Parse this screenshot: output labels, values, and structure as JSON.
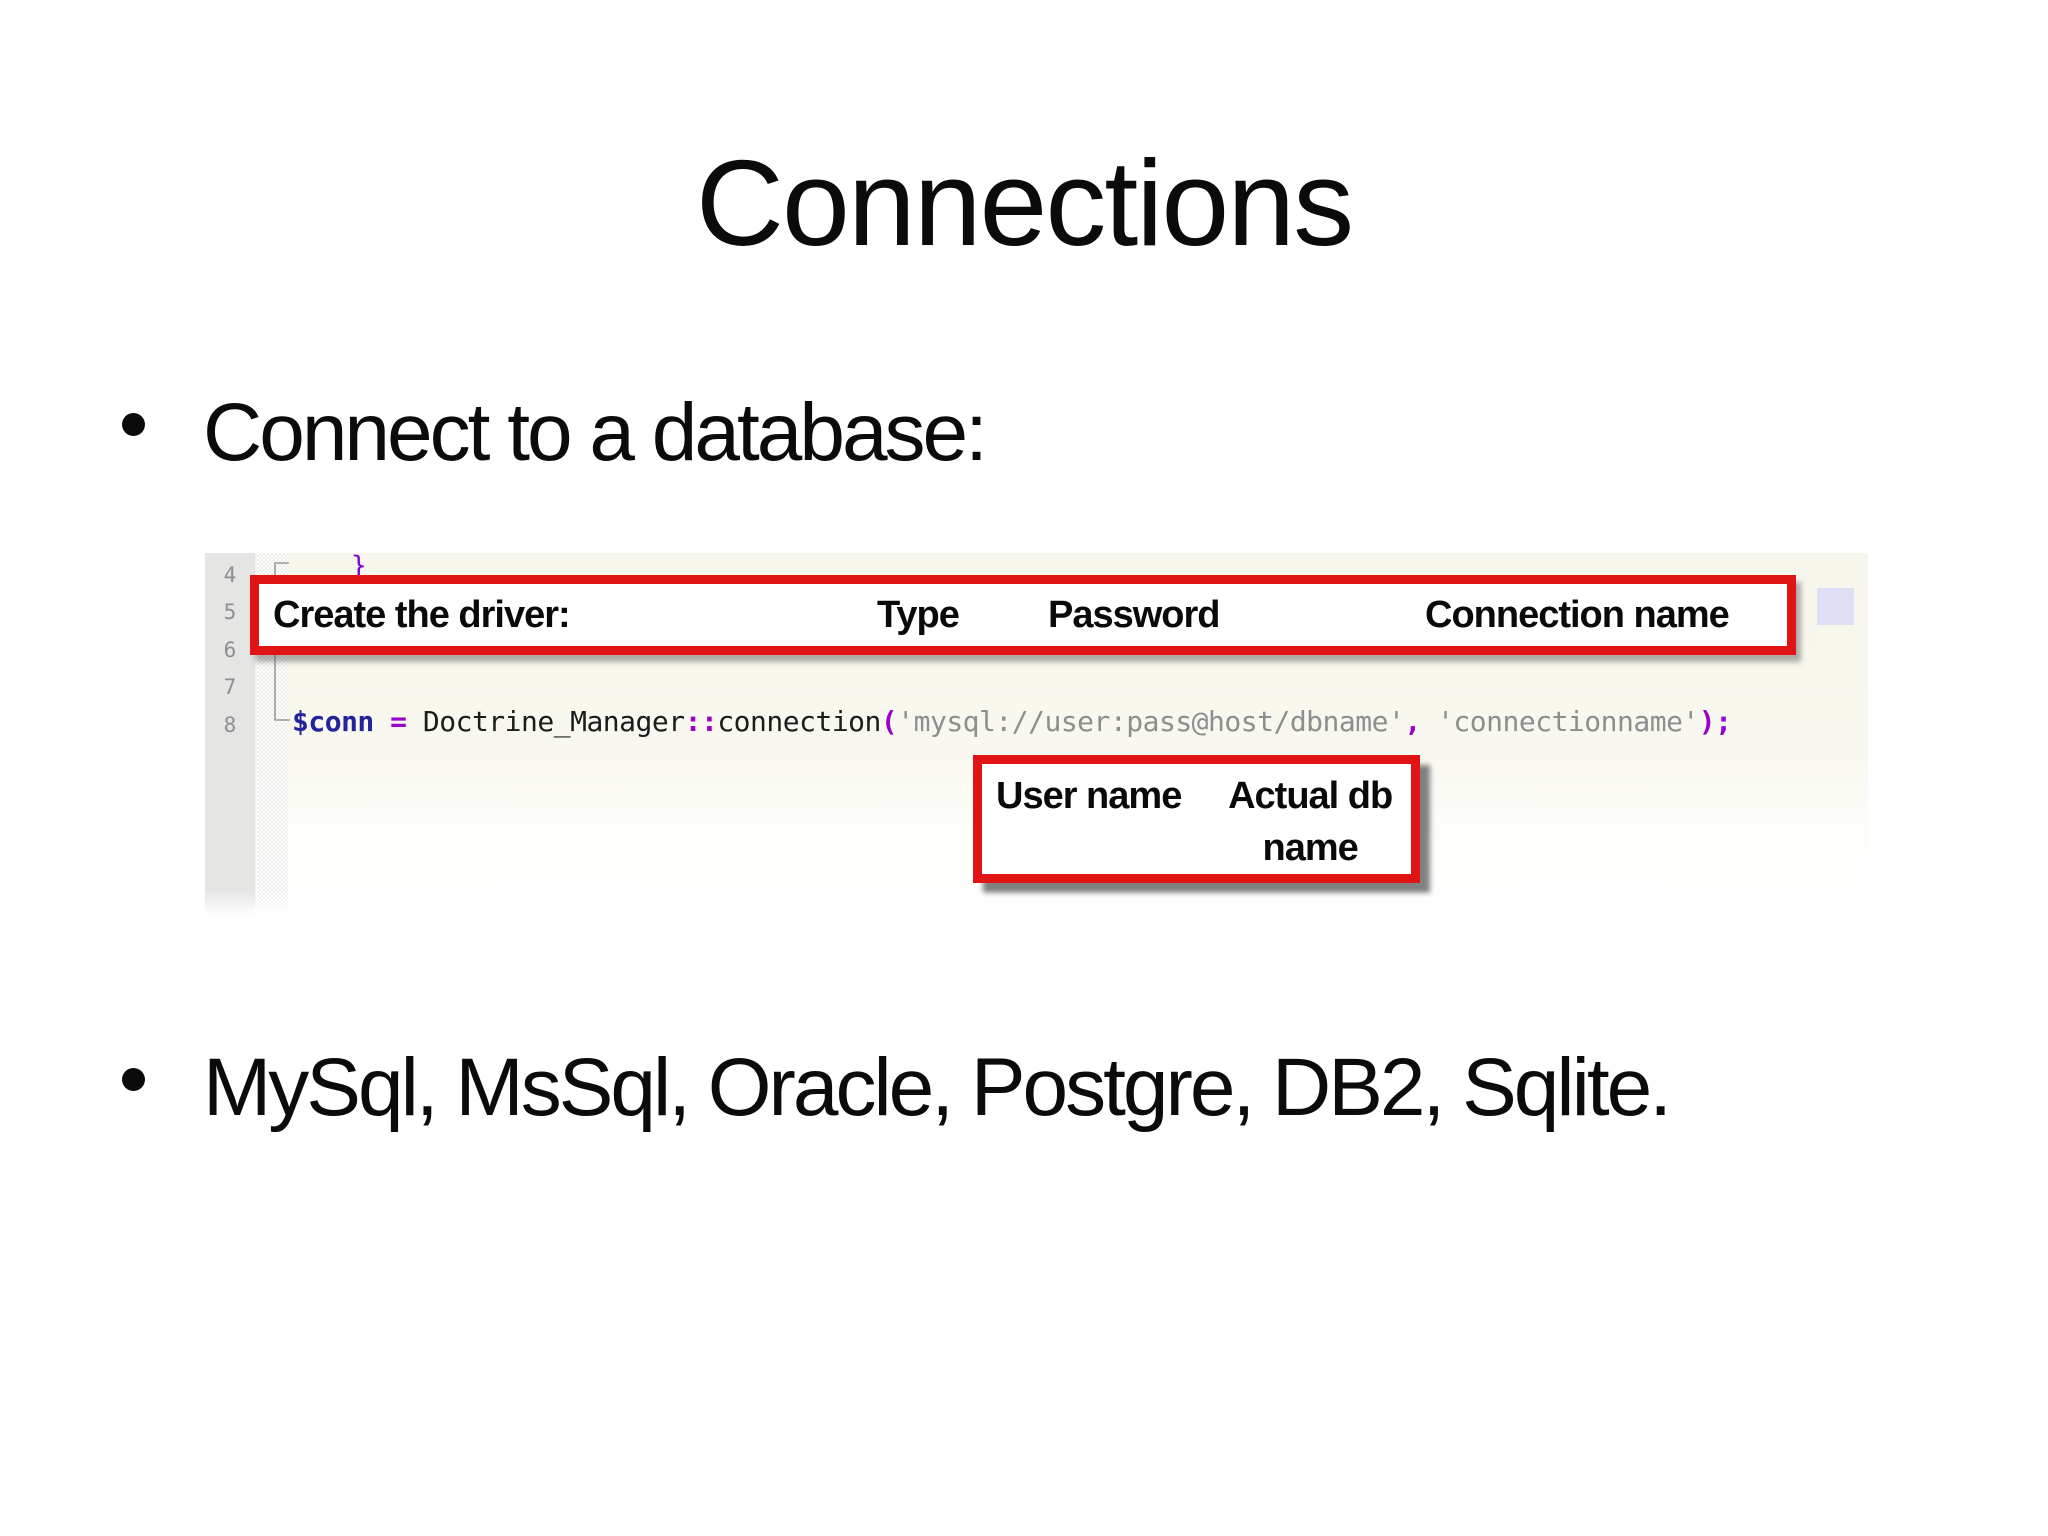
{
  "slide": {
    "title": "Connections",
    "bullets": [
      "Connect to a database:",
      "MySql, MsSql, Oracle, Postgre, DB2, Sqlite."
    ]
  },
  "editor": {
    "line_numbers": [
      "4",
      "5",
      "6",
      "7",
      "8"
    ],
    "brace": "}",
    "code": {
      "var": "$conn ",
      "assign": "= ",
      "class_name": "Doctrine_Manager",
      "scope_op": "::",
      "method": "connection",
      "open_paren": "(",
      "dsn_string": "'mysql://user:pass@host/dbname'",
      "comma": ", ",
      "name_string": "'connectionname'",
      "close": ");"
    }
  },
  "annotations": {
    "driver_box": {
      "title": "Create the driver:",
      "type": "Type",
      "password": "Password",
      "connection_name": "Connection name"
    },
    "params_box": {
      "user": "User name",
      "actual_db": "Actual db name"
    }
  },
  "colors": {
    "annotation_red": "#e01414",
    "code_variable_navy": "#23239b",
    "code_operator_purple": "#9b00cc",
    "code_string_gray": "#8e8e8e",
    "selection_lavender": "#dedef5",
    "gutter_gray": "#e5e5e4",
    "editor_cream": "#f7f6ec"
  }
}
